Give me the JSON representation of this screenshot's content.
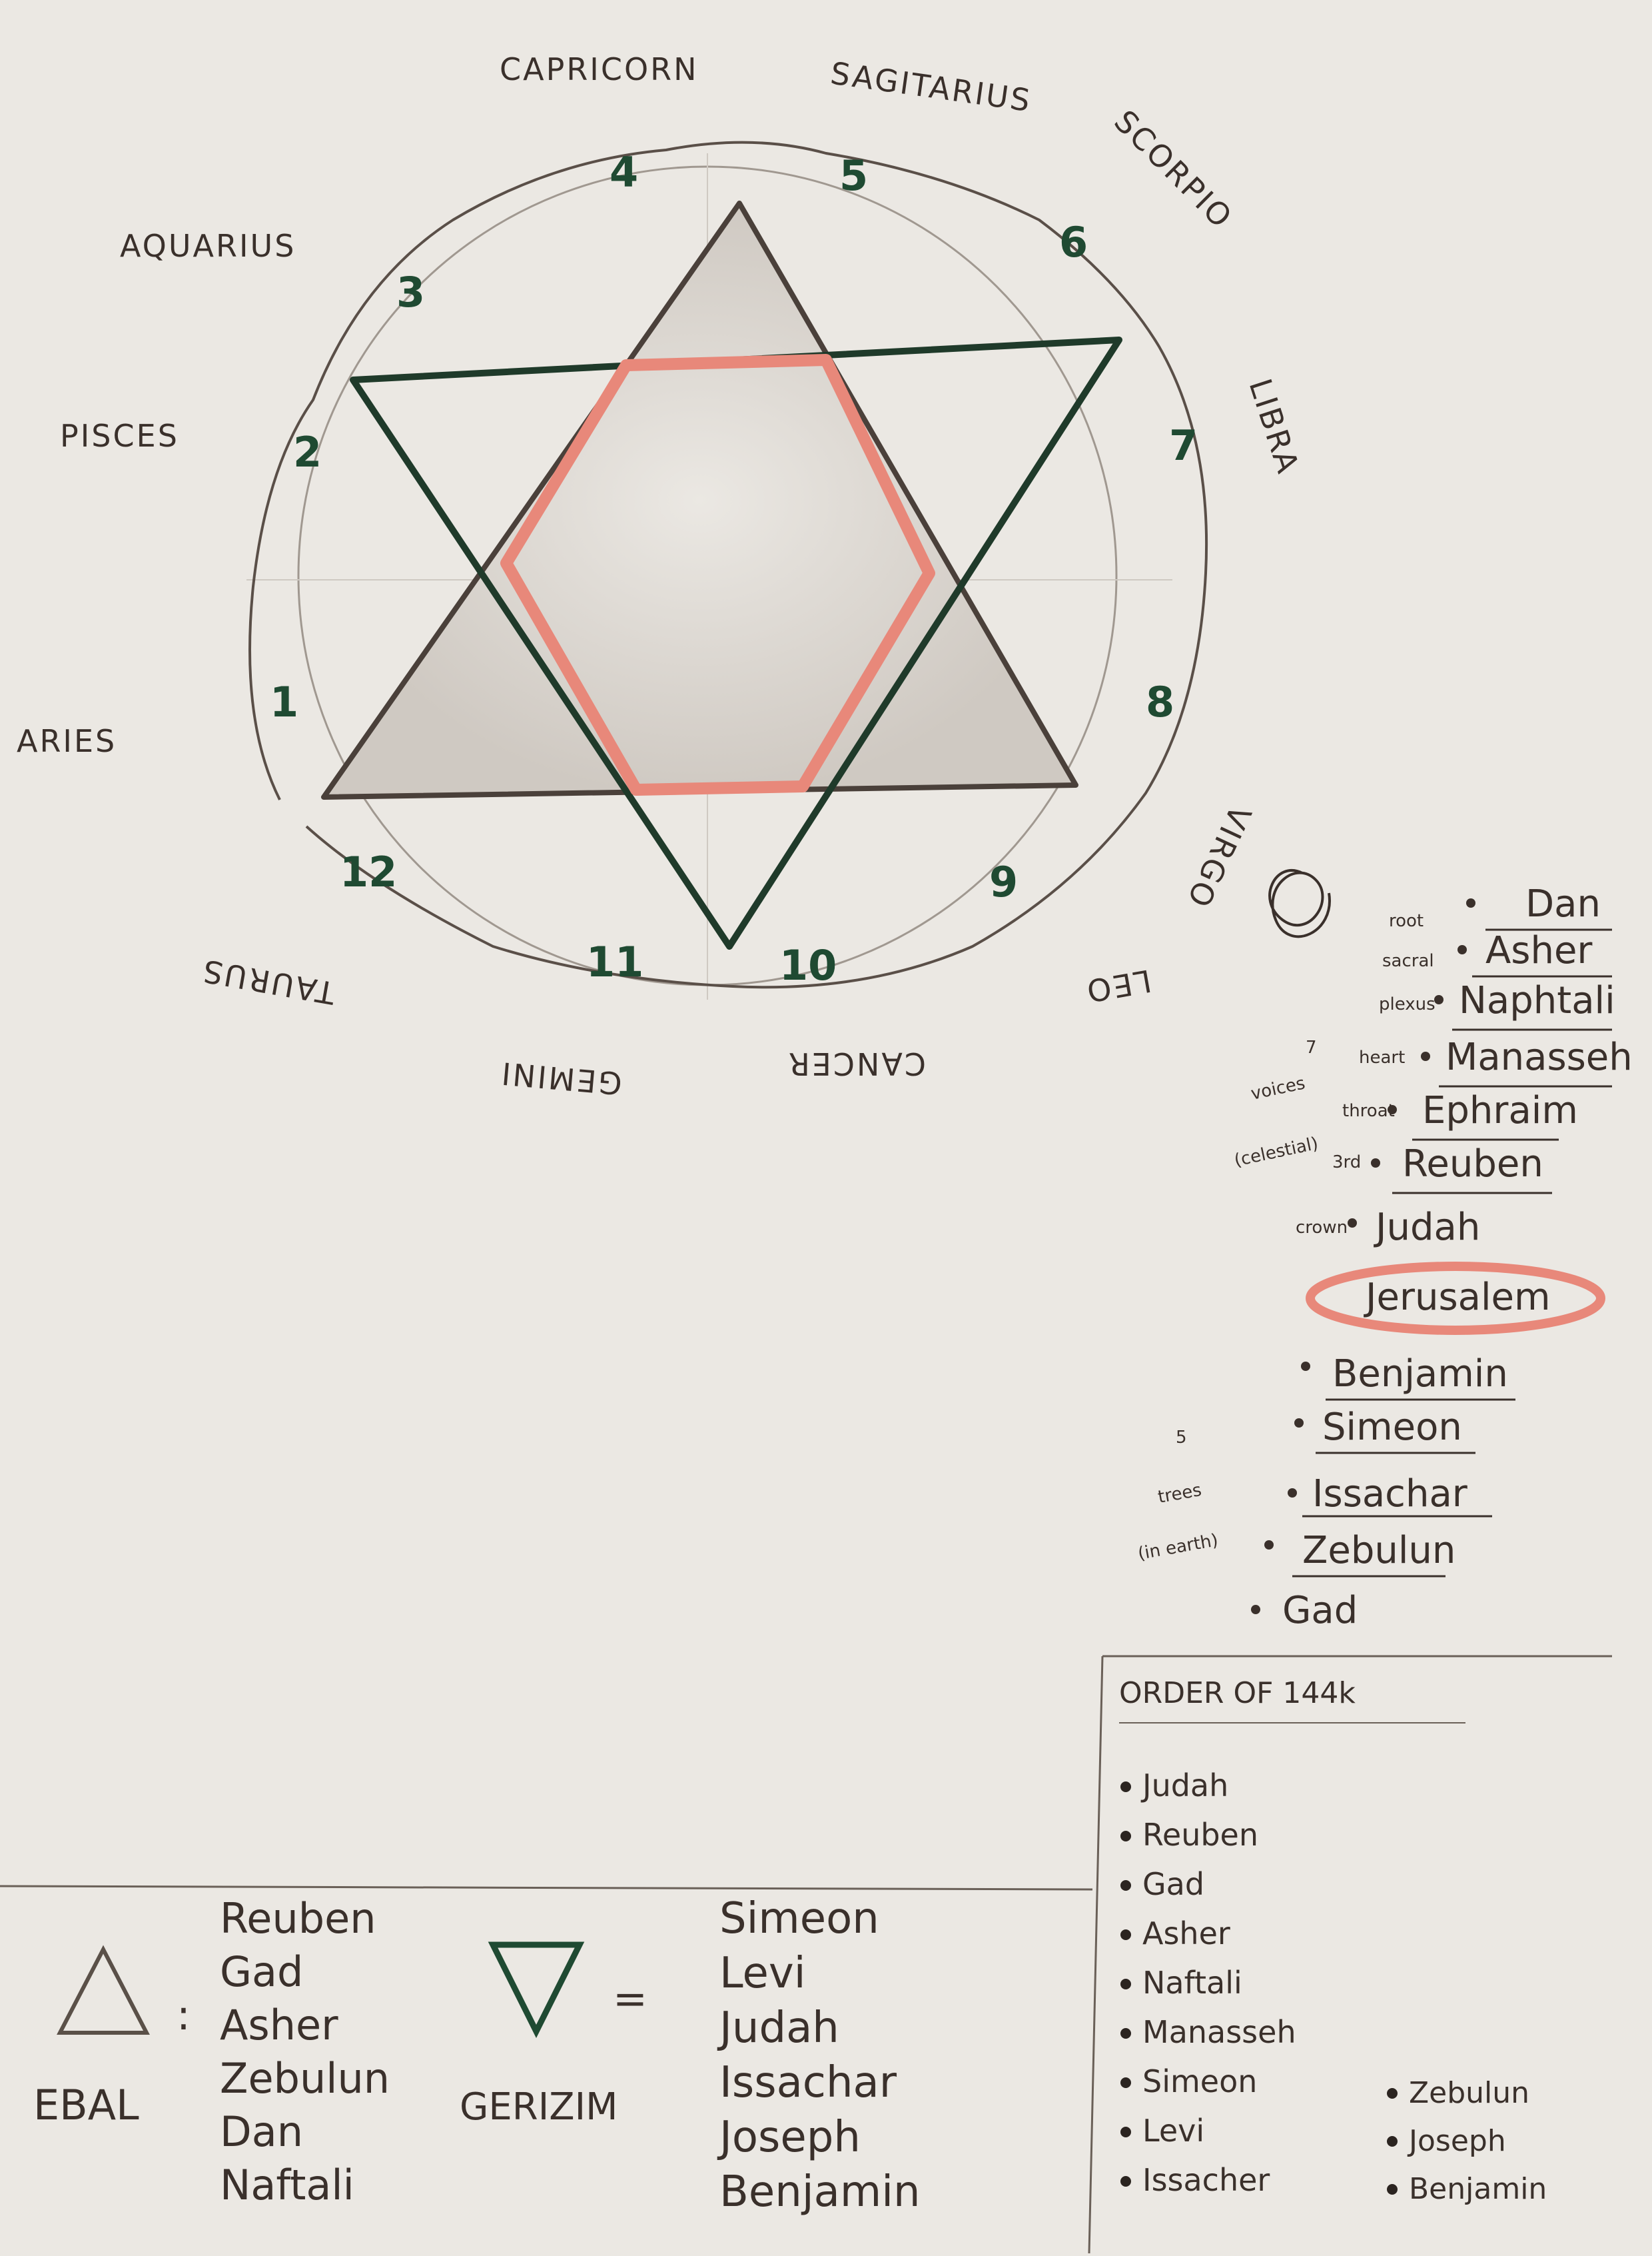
{
  "zodiac": [
    {
      "sign": "ARIES",
      "house": "1"
    },
    {
      "sign": "PISCES",
      "house": "2"
    },
    {
      "sign": "AQUARIUS",
      "house": "3"
    },
    {
      "sign": "CAPRICORN",
      "house": "4"
    },
    {
      "sign": "SAGITARIUS",
      "house": "5"
    },
    {
      "sign": "SCORPIO",
      "house": "6"
    },
    {
      "sign": "LIBRA",
      "house": "7"
    },
    {
      "sign": "VIRGO",
      "house": "8"
    },
    {
      "sign": "LEO",
      "house": "9"
    },
    {
      "sign": "CANCER",
      "house": "10"
    },
    {
      "sign": "GEMINI",
      "house": "11"
    },
    {
      "sign": "TAURUS",
      "house": "12"
    }
  ],
  "tribe_list": {
    "side_notes": {
      "root": "root",
      "sacral": "sacral",
      "plexus": "plexus",
      "heart": "heart",
      "throat": "throat",
      "third_eye": "3rd",
      "crown": "crown",
      "voices": "voices",
      "celestial": "(celestial)",
      "seven": "7",
      "five": "5",
      "trees": "trees",
      "in_earth": "(in earth)"
    },
    "tribes": [
      "Dan",
      "Asher",
      "Naphtali",
      "Manasseh",
      "Ephraim",
      "Reuben",
      "Judah",
      "Jerusalem",
      "Benjamin",
      "Simeon",
      "Issachar",
      "Zebulun",
      "Gad"
    ]
  },
  "mountains": {
    "ebal_label": "EBAL",
    "gerizim_label": "GERIZIM",
    "ebal_tribes": [
      "Reuben",
      "Gad",
      "Asher",
      "Zebulun",
      "Dan",
      "Naftali"
    ],
    "gerizim_tribes": [
      "Simeon",
      "Levi",
      "Judah",
      "Issachar",
      "Joseph",
      "Benjamin"
    ]
  },
  "order": {
    "title": "ORDER OF 144k",
    "col1": [
      "Judah",
      "Reuben",
      "Gad",
      "Asher",
      "Naftali",
      "Manasseh",
      "Simeon",
      "Levi",
      "Issacher"
    ],
    "col2": [
      "Zebulun",
      "Joseph",
      "Benjamin"
    ]
  },
  "colors": {
    "paper": "#ebe8e3",
    "pencil": "#3a302b",
    "green": "#1f4a32",
    "salmon": "#e8887a"
  }
}
